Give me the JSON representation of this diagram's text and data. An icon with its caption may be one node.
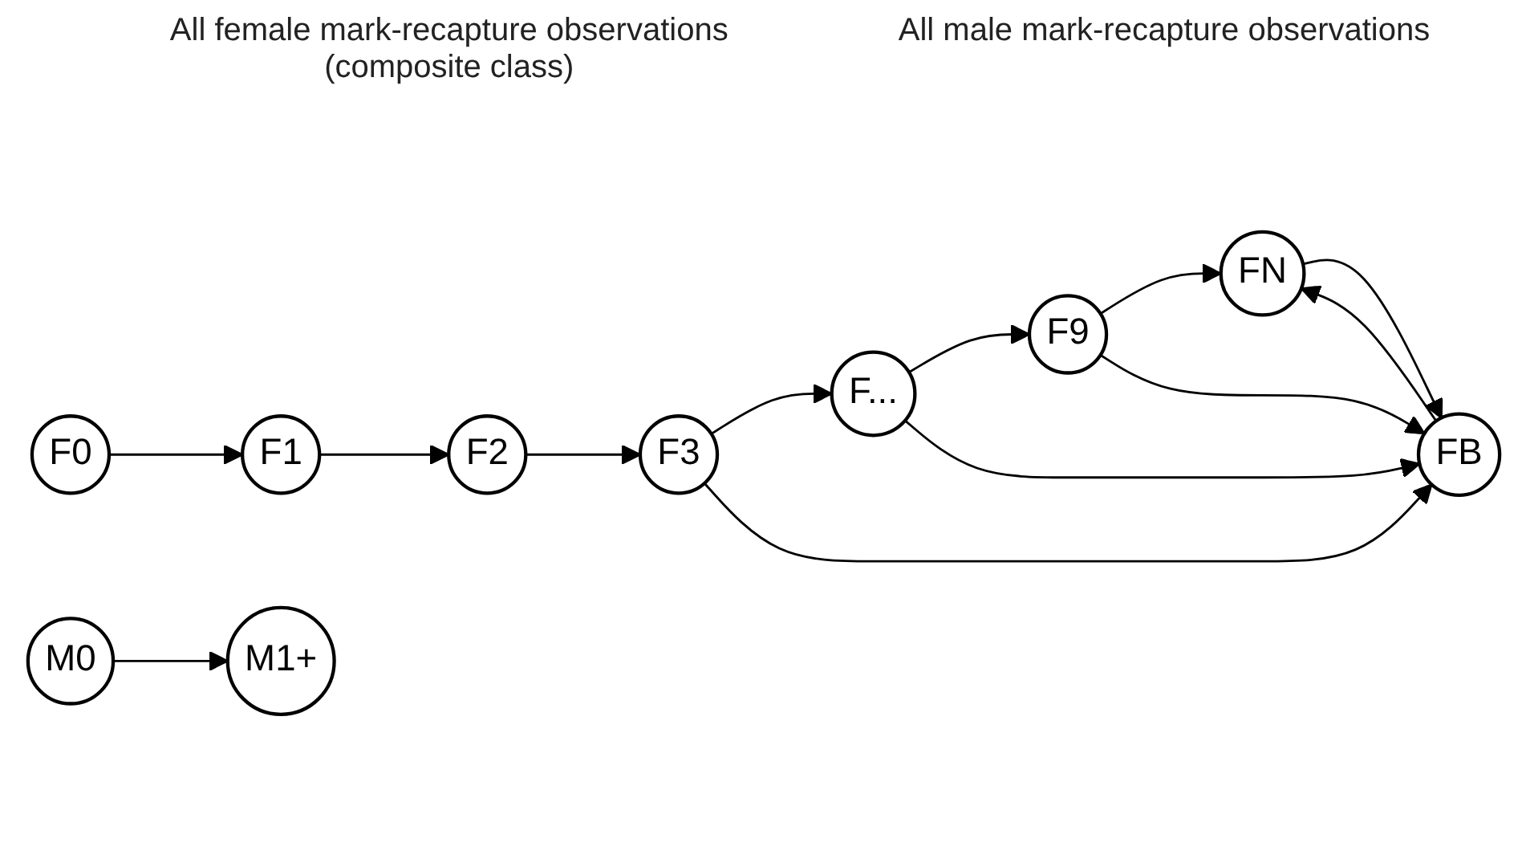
{
  "diagram": {
    "nodes": [
      {
        "text": [
          "F0"
        ]
      },
      {
        "text": [
          "F1"
        ]
      },
      {
        "text": [
          "F2"
        ]
      },
      {
        "text": [
          "F3"
        ]
      },
      {
        "text": [
          "F..."
        ]
      },
      {
        "text": [
          "F9"
        ]
      },
      {
        "text": [
          "FB"
        ]
      },
      {
        "text": [
          "FN"
        ]
      },
      {
        "text": [
          "M0"
        ]
      },
      {
        "text": [
          "M1+"
        ]
      }
    ],
    "edges": [
      {
        "from": 0,
        "to": 1,
        "arrow": "to"
      },
      {
        "from": 1,
        "to": 2,
        "arrow": "to"
      },
      {
        "from": 2,
        "to": 3,
        "arrow": "to"
      },
      {
        "from": 3,
        "to": 4,
        "arrow": "to"
      },
      {
        "from": 4,
        "to": 5,
        "arrow": "to"
      },
      {
        "from": 5,
        "to": 7,
        "arrow": "to"
      },
      {
        "from": 5,
        "to": 6,
        "arrow": "to"
      },
      {
        "from": 3,
        "to": 6,
        "arrow": "to"
      },
      {
        "from": 4,
        "to": 6,
        "arrow": "to"
      },
      {
        "from": 6,
        "to": 7,
        "arrow": "to"
      },
      {
        "from": 7,
        "to": 6,
        "arrow": "to"
      },
      {
        "from": 8,
        "to": 9,
        "arrow": "to"
      }
    ],
    "labels": [
      "All female mark-recapture observations (composite class)",
      "All male mark-recapture observations"
    ]
  }
}
